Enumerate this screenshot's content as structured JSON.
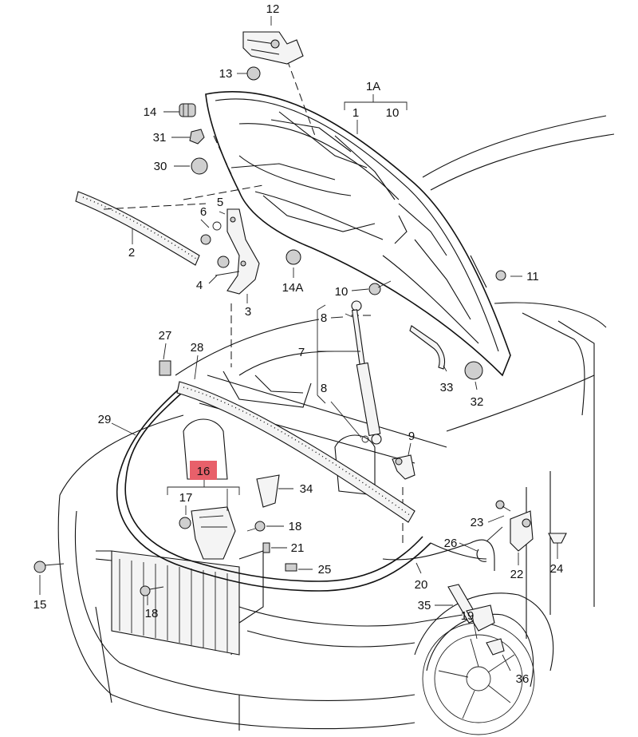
{
  "diagram": {
    "labels": {
      "l12": "12",
      "l13": "13",
      "l14": "14",
      "l31": "31",
      "l30": "30",
      "l1A": "1A",
      "l1": "1",
      "l10a": "10",
      "l2": "2",
      "l6": "6",
      "l5": "5",
      "l4": "4",
      "l3": "3",
      "l14A": "14A",
      "l10b": "10",
      "l11": "11",
      "l8a": "8",
      "l7": "7",
      "l8b": "8",
      "l27": "27",
      "l28": "28",
      "l29": "29",
      "l33": "33",
      "l32": "32",
      "l9": "9",
      "l16": "16",
      "l34": "34",
      "l17": "17",
      "l18a": "18",
      "l21": "21",
      "l25": "25",
      "l15": "15",
      "l18b": "18",
      "l23": "23",
      "l26": "26",
      "l22": "22",
      "l24": "24",
      "l20": "20",
      "l35": "35",
      "l19": "19",
      "l36": "36"
    },
    "highlight": {
      "label_id": "l16",
      "color": "#e8606a"
    }
  }
}
